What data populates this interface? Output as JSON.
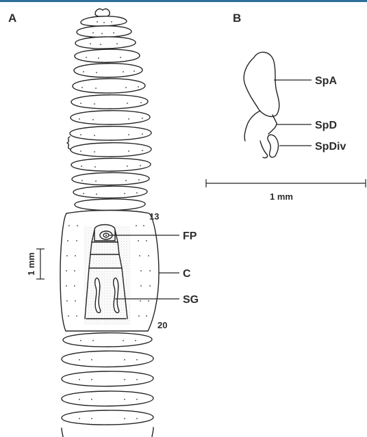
{
  "panels": {
    "a": "A",
    "b": "B"
  },
  "panel_a": {
    "segment_labels": {
      "s13": "13",
      "s20": "20"
    },
    "callouts": {
      "fp": "FP",
      "c": "C",
      "sg": "SG"
    },
    "scale_label": "1 mm"
  },
  "panel_b": {
    "callouts": {
      "spa": "SpA",
      "spd": "SpD",
      "spdiv": "SpDiv"
    },
    "scale_label": "1 mm"
  },
  "colors": {
    "header_bar": "#2e6f9a",
    "ink": "#222222",
    "stipple": "#e8e8e8"
  }
}
